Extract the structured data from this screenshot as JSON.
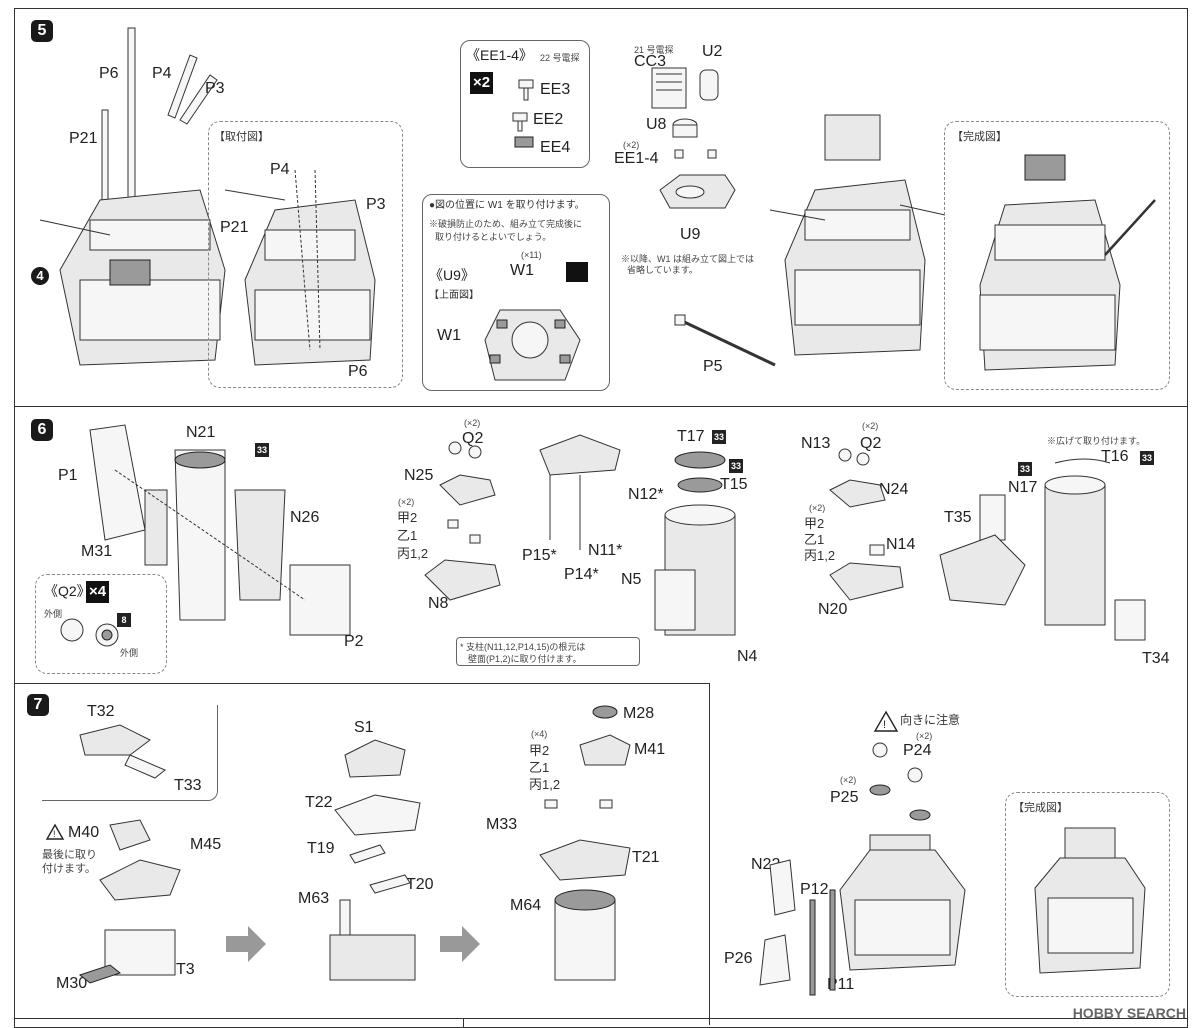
{
  "steps": {
    "s5": "5",
    "s4": "4",
    "s6": "6",
    "s7": "7"
  },
  "step5": {
    "parts_left": [
      "P6",
      "P4",
      "P3",
      "P21"
    ],
    "install_title": "【取付図】",
    "install_labels": [
      "P4",
      "P3",
      "P21",
      "P6"
    ],
    "ee_title": "《EE1-4》",
    "ee_sub": "22 号電探",
    "ee_mult": "×2",
    "ee_parts": [
      "EE3",
      "EE2",
      "EE4"
    ],
    "cc3_small": "21 号電探",
    "cc3": "CC3",
    "u2": "U2",
    "u8": "U8",
    "ee14_mult": "(×2)",
    "ee14": "EE1-4",
    "u9": "U9",
    "w1_note1": "●図の位置に W1 を取り付けます。",
    "w1_note2": "※破損防止のため、組み立て完成後に",
    "w1_note3": "取り付けるとよいでしょう。",
    "w1_mult": "(×11)",
    "w1": "W1",
    "u9_title": "《U9》",
    "u9_top": "【上面図】",
    "w1_lbl": "W1",
    "omit_note1": "※以降、W1 は組み立て図上では",
    "omit_note2": "省略しています。",
    "p5": "P5",
    "complete": "【完成図】"
  },
  "step6": {
    "p1": "P1",
    "n21": "N21",
    "badge33a": "33",
    "n26": "N26",
    "m31": "M31",
    "p2": "P2",
    "q2_title": "《Q2》",
    "q2_mult": "×4",
    "q2_badge": "8",
    "outer1": "外側",
    "outer2": "外側",
    "q2a_mult": "(×2)",
    "q2a": "Q2",
    "n25": "N25",
    "kou_mult": "(×2)",
    "kou": "甲2",
    "otsu": "乙1",
    "hei": "丙1,2",
    "n8": "N8",
    "t17": "T17",
    "badge33b": "33",
    "badge33c": "33",
    "t15": "T15",
    "n12": "N12*",
    "p15": "P15*",
    "n11": "N11*",
    "p14": "P14*",
    "n5": "N5",
    "n4": "N4",
    "note1": "* 支柱(N11,12,P14,15)の根元は",
    "note2": "壁面(P1,2)に取り付けます。",
    "n13": "N13",
    "q2b_mult": "(×2)",
    "q2b": "Q2",
    "n24": "N24",
    "kou2_mult": "(×2)",
    "kou2": "甲2",
    "otsu2": "乙1",
    "hei2": "丙1,2",
    "n14": "N14",
    "n20": "N20",
    "spread_note": "※広げて取り付けます。",
    "t16": "T16",
    "badge33d": "33",
    "badge33e": "33",
    "n17": "N17",
    "t35": "T35",
    "t34": "T34"
  },
  "step7": {
    "t32": "T32",
    "t33": "T33",
    "m40": "M40",
    "m40_note1": "最後に取り",
    "m40_note2": "付けます。",
    "m45": "M45",
    "t3": "T3",
    "m30": "M30",
    "s1": "S1",
    "t22": "T22",
    "t19": "T19",
    "m63": "M63",
    "t20": "T20",
    "m28": "M28",
    "m41": "M41",
    "k_mult": "(×4)",
    "kou": "甲2",
    "otsu": "乙1",
    "hei": "丙1,2",
    "m33": "M33",
    "t21": "T21",
    "m64": "M64",
    "caution": "向きに注意",
    "p24_mult": "(×2)",
    "p24": "P24",
    "p25_mult": "(×2)",
    "p25": "P25",
    "n22": "N22",
    "p12": "P12",
    "p26": "P26",
    "p11": "P11",
    "complete": "【完成図】"
  },
  "watermark": "HOBBY SEARCH"
}
